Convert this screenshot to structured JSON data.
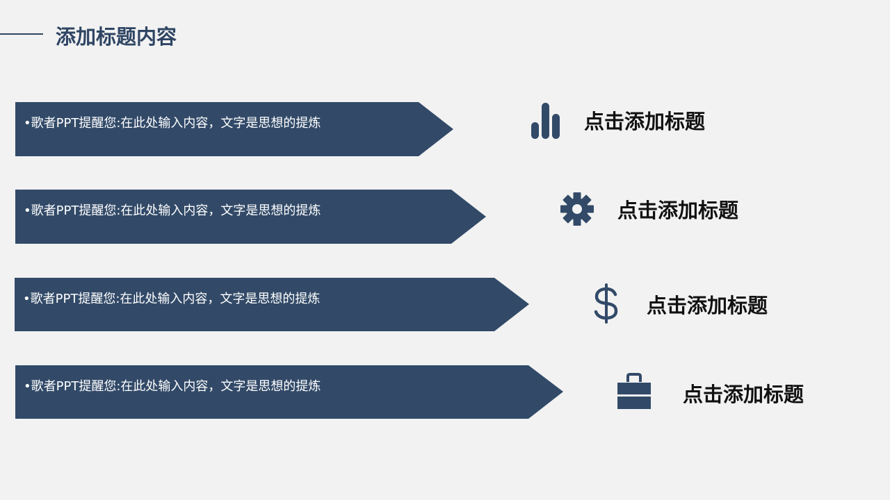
{
  "header": {
    "title": "添加标题内容"
  },
  "colors": {
    "accent": "#324a68",
    "background": "#f2f2f2",
    "title_text": "#2f4563",
    "item_title_text": "#111111"
  },
  "items": [
    {
      "text": "•歌者PPT提醒您:在此处输入内容，文字是思想的提炼",
      "icon": "bar-chart-icon",
      "title": "点击添加标题"
    },
    {
      "text": "•歌者PPT提醒您:在此处输入内容，文字是思想的提炼",
      "icon": "gear-icon",
      "title": "点击添加标题"
    },
    {
      "text": "•歌者PPT提醒您:在此处输入内容，文字是思想的提炼",
      "icon": "dollar-icon",
      "title": "点击添加标题"
    },
    {
      "text": "•歌者PPT提醒您:在此处输入内容，文字是思想的提炼",
      "icon": "briefcase-icon",
      "title": "点击添加标题"
    }
  ]
}
